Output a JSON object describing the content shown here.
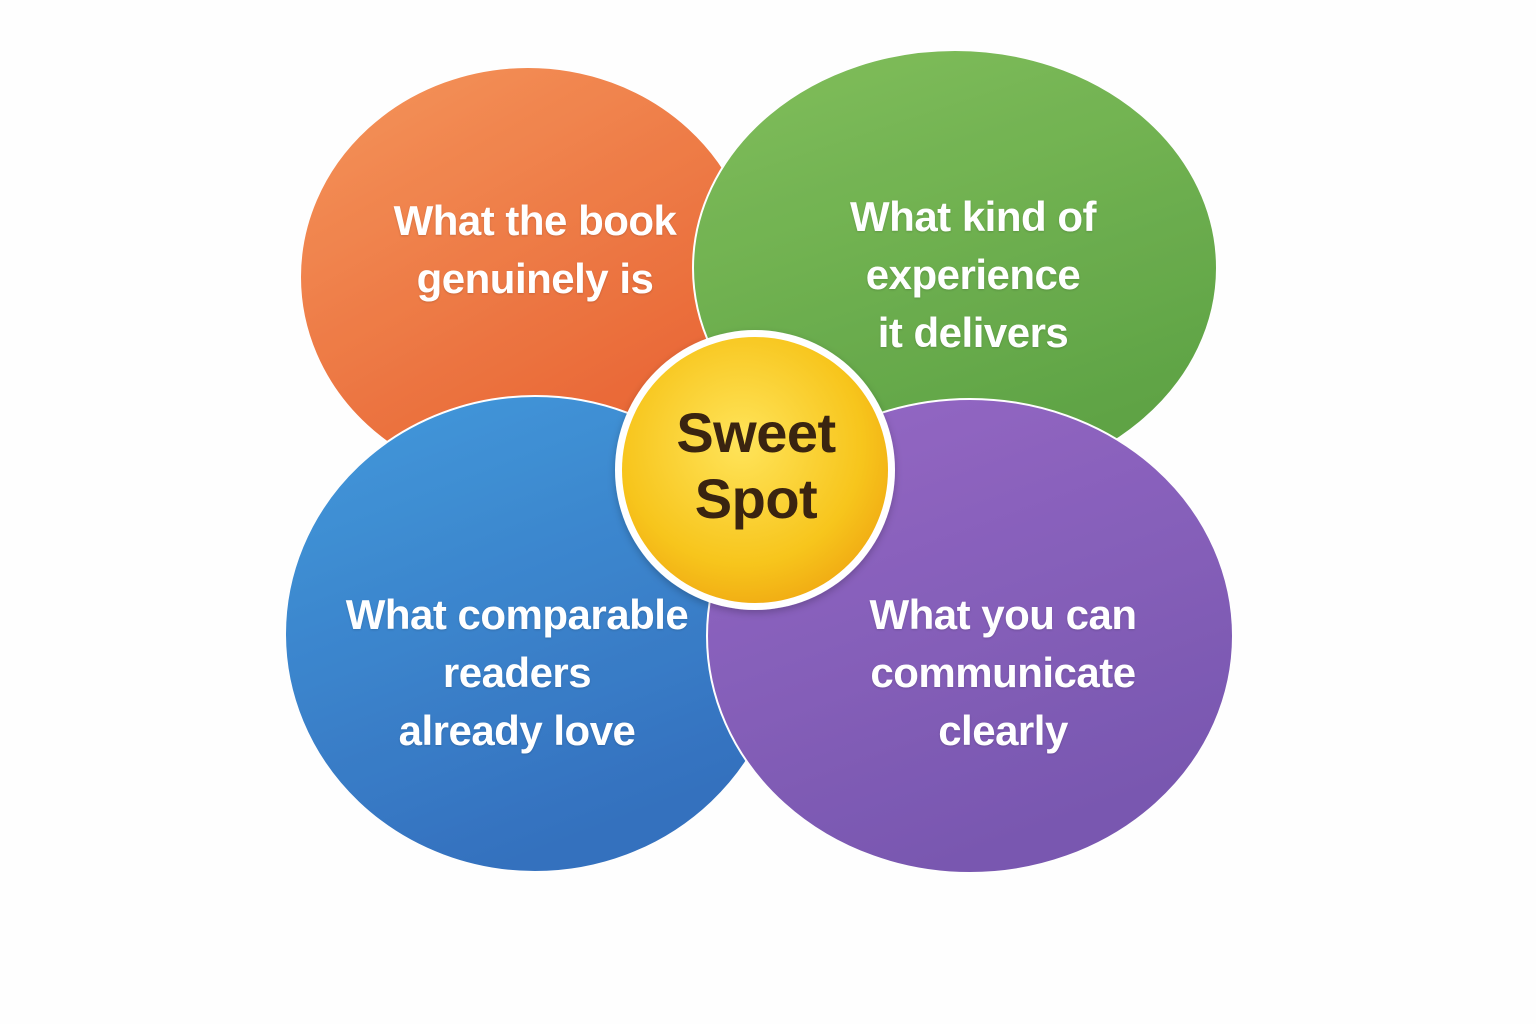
{
  "diagram": {
    "sets": [
      {
        "id": "orange",
        "lines": [
          "What the book",
          "genuinely is"
        ],
        "color": "#ea5f24"
      },
      {
        "id": "green",
        "lines": [
          "What kind of",
          "experience",
          "it delivers"
        ],
        "color": "#5fa83a"
      },
      {
        "id": "blue",
        "lines": [
          "What comparable",
          "readers",
          "already love"
        ],
        "color": "#2472c4"
      },
      {
        "id": "purple",
        "lines": [
          "What you can",
          "communicate",
          "clearly"
        ],
        "color": "#7f4cb0"
      }
    ],
    "center": {
      "lines": [
        "Sweet",
        "Spot"
      ],
      "color": "#f6c21a"
    }
  }
}
